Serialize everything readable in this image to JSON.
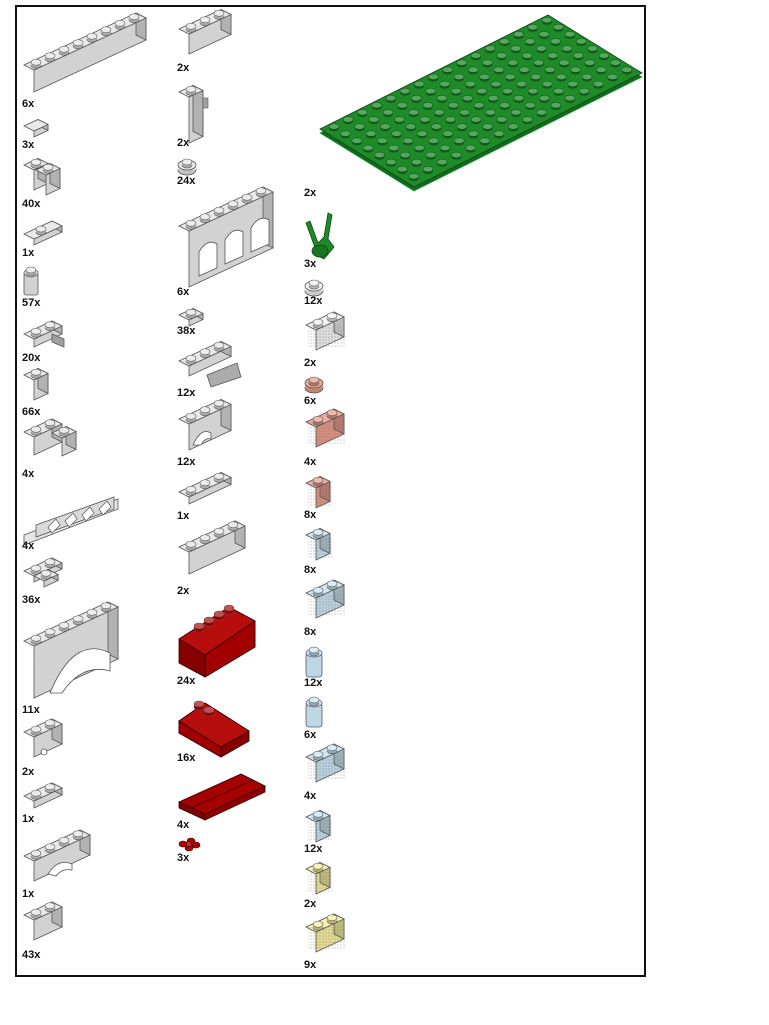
{
  "parts_list": {
    "colors": {
      "light_gray": "#e4e4e4",
      "dark_red": "#b40000",
      "green": "#1e8a28",
      "trans_red": "#e89a8a",
      "trans_light_blue": "#c8e2ee",
      "trans_yellow": "#f4ee9c",
      "trans_clear": "#f0f0f0"
    },
    "columns": [
      {
        "name": "column-1",
        "parts": [
          {
            "id": "brick-1x8",
            "shape": "brick-long",
            "color": "light_gray",
            "qty": "6x"
          },
          {
            "id": "tile-1x1",
            "shape": "tile",
            "color": "light_gray",
            "qty": "3x"
          },
          {
            "id": "brick-1x2-rounded",
            "shape": "brick-round-pair",
            "color": "light_gray",
            "qty": "40x"
          },
          {
            "id": "plate-1x2-jumper",
            "shape": "plate-jumper",
            "color": "light_gray",
            "qty": "1x"
          },
          {
            "id": "round-brick-1x1",
            "shape": "round-brick",
            "color": "light_gray",
            "qty": "57x"
          },
          {
            "id": "slope-inverted",
            "shape": "slope-small",
            "color": "light_gray",
            "qty": "20x"
          },
          {
            "id": "brick-1x1",
            "shape": "brick-1x1",
            "color": "light_gray",
            "qty": "66x"
          },
          {
            "id": "brick-2x2-corner",
            "shape": "brick-corner",
            "color": "light_gray",
            "qty": "4x"
          },
          {
            "id": "fence-1x4",
            "shape": "fence",
            "color": "light_gray",
            "qty": "4x"
          },
          {
            "id": "plate-2x2-corner",
            "shape": "plate-corner",
            "color": "light_gray",
            "qty": "36x"
          },
          {
            "id": "arch-1x6",
            "shape": "arch-big",
            "color": "light_gray",
            "qty": "11x"
          },
          {
            "id": "technic-brick-1x2",
            "shape": "technic-brick",
            "color": "light_gray",
            "qty": "2x"
          },
          {
            "id": "plate-1x2",
            "shape": "plate-1x2",
            "color": "light_gray",
            "qty": "1x"
          },
          {
            "id": "arch-1x4",
            "shape": "arch-small",
            "color": "light_gray",
            "qty": "1x"
          },
          {
            "id": "brick-1x2",
            "shape": "brick-1x2",
            "color": "light_gray",
            "qty": "43x"
          }
        ]
      },
      {
        "name": "column-2",
        "parts": [
          {
            "id": "brick-1x3",
            "shape": "brick-1x3",
            "color": "light_gray",
            "qty": "2x"
          },
          {
            "id": "brick-1x1x3-clip",
            "shape": "brick-tall",
            "color": "light_gray",
            "qty": "2x"
          },
          {
            "id": "plate-round-1x1",
            "shape": "round-plate",
            "color": "light_gray",
            "qty": "24x"
          },
          {
            "id": "window-arches",
            "shape": "arches",
            "color": "light_gray",
            "qty": "6x"
          },
          {
            "id": "plate-1x1",
            "shape": "plate-1x1",
            "color": "light_gray",
            "qty": "38x"
          },
          {
            "id": "slope-inverted-2x3",
            "shape": "slope-inv",
            "color": "light_gray",
            "qty": "12x"
          },
          {
            "id": "arch-1x3",
            "shape": "arch-1x3",
            "color": "light_gray",
            "qty": "12x"
          },
          {
            "id": "plate-1x3",
            "shape": "plate-1x3",
            "color": "light_gray",
            "qty": "1x"
          },
          {
            "id": "brick-1x4",
            "shape": "brick-1x4",
            "color": "light_gray",
            "qty": "2x"
          },
          {
            "id": "slope-roof-33-3x4",
            "shape": "roof-big",
            "color": "dark_red",
            "qty": "24x"
          },
          {
            "id": "slope-roof-33-3x2",
            "shape": "roof-med",
            "color": "dark_red",
            "qty": "16x"
          },
          {
            "id": "slope-roof-ridge",
            "shape": "roof-ridge",
            "color": "dark_red",
            "qty": "4x"
          },
          {
            "id": "flower-plate",
            "shape": "flower",
            "color": "dark_red",
            "qty": "3x"
          }
        ]
      },
      {
        "name": "column-3",
        "parts": [
          {
            "id": "baseplate-8x16",
            "shape": "baseplate",
            "color": "green",
            "qty": "2x"
          },
          {
            "id": "plant-stem",
            "shape": "plant",
            "color": "green",
            "qty": "3x"
          },
          {
            "id": "plate-round-trans-clear",
            "shape": "round-plate",
            "color": "trans_clear",
            "qty": "12x"
          },
          {
            "id": "brick-1x2-trans-clear",
            "shape": "brick-1x2-trans",
            "color": "trans_clear",
            "qty": "2x"
          },
          {
            "id": "plate-round-trans-red",
            "shape": "round-plate",
            "color": "trans_red",
            "qty": "6x"
          },
          {
            "id": "brick-1x2-trans-red",
            "shape": "brick-1x2-trans",
            "color": "trans_red",
            "qty": "4x"
          },
          {
            "id": "brick-1x1-trans-red",
            "shape": "brick-1x1-trans",
            "color": "trans_red",
            "qty": "8x"
          },
          {
            "id": "brick-1x1-trans-blue",
            "shape": "brick-1x1-trans",
            "color": "trans_light_blue",
            "qty": "8x"
          },
          {
            "id": "brick-1x2-trans-blue",
            "shape": "brick-1x2-trans",
            "color": "trans_light_blue",
            "qty": "8x"
          },
          {
            "id": "round-brick-trans-blue",
            "shape": "round-tall",
            "color": "trans_light_blue",
            "qty": "12x"
          },
          {
            "id": "round-brick-trans-blue-2",
            "shape": "round-tall",
            "color": "trans_light_blue",
            "qty": "6x"
          },
          {
            "id": "brick-1x2-trans-blue-2",
            "shape": "brick-1x2-trans",
            "color": "trans_light_blue",
            "qty": "4x"
          },
          {
            "id": "brick-1x1-trans-blue-2",
            "shape": "brick-1x1-trans",
            "color": "trans_light_blue",
            "qty": "12x"
          },
          {
            "id": "brick-1x1-trans-yellow",
            "shape": "brick-1x1-trans",
            "color": "trans_yellow",
            "qty": "2x"
          },
          {
            "id": "brick-1x2-trans-yellow",
            "shape": "brick-1x2-trans",
            "color": "trans_yellow",
            "qty": "9x"
          }
        ]
      }
    ]
  }
}
